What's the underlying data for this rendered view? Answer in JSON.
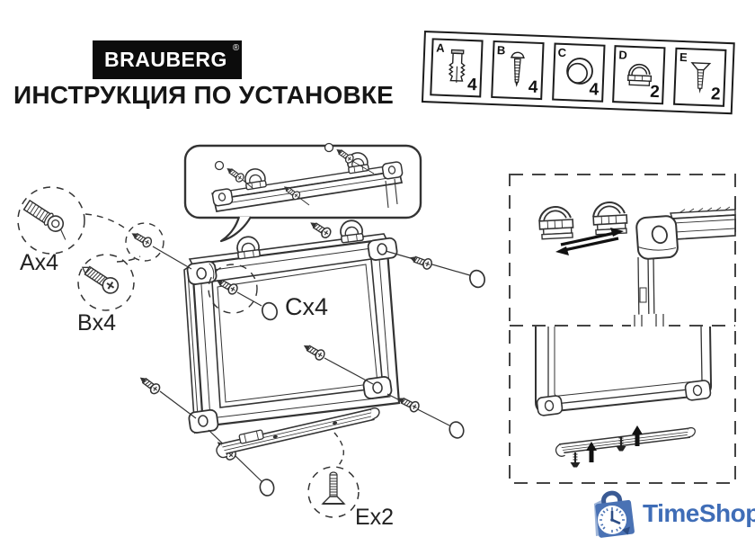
{
  "header": {
    "brand": "BRAUBERG",
    "registered": "®",
    "title": "ИНСТРУКЦИЯ ПО УСТАНОВКЕ"
  },
  "parts_legend": {
    "items": [
      {
        "letter": "A",
        "qty": "4",
        "icon": "wall-anchor-icon"
      },
      {
        "letter": "B",
        "qty": "4",
        "icon": "pan-head-screw-icon"
      },
      {
        "letter": "C",
        "qty": "4",
        "icon": "round-cap-icon"
      },
      {
        "letter": "D",
        "qty": "2",
        "icon": "d-ring-hanger-icon"
      },
      {
        "letter": "E",
        "qty": "2",
        "icon": "countersunk-screw-icon"
      }
    ]
  },
  "diagram": {
    "labels": {
      "anchor": "Ax4",
      "screw": "Bx4",
      "cap": "Cx4",
      "tray_screw": "Ex2"
    }
  },
  "watermark": {
    "text": "TimeShop"
  },
  "colors": {
    "line": "#333333",
    "brand_bg": "#0c0c0c",
    "watermark_text": "#3f6db7",
    "watermark_bag": "#4a72b4",
    "watermark_bag_light": "#9db4d8",
    "watermark_bag_dark": "#3a5a94"
  }
}
